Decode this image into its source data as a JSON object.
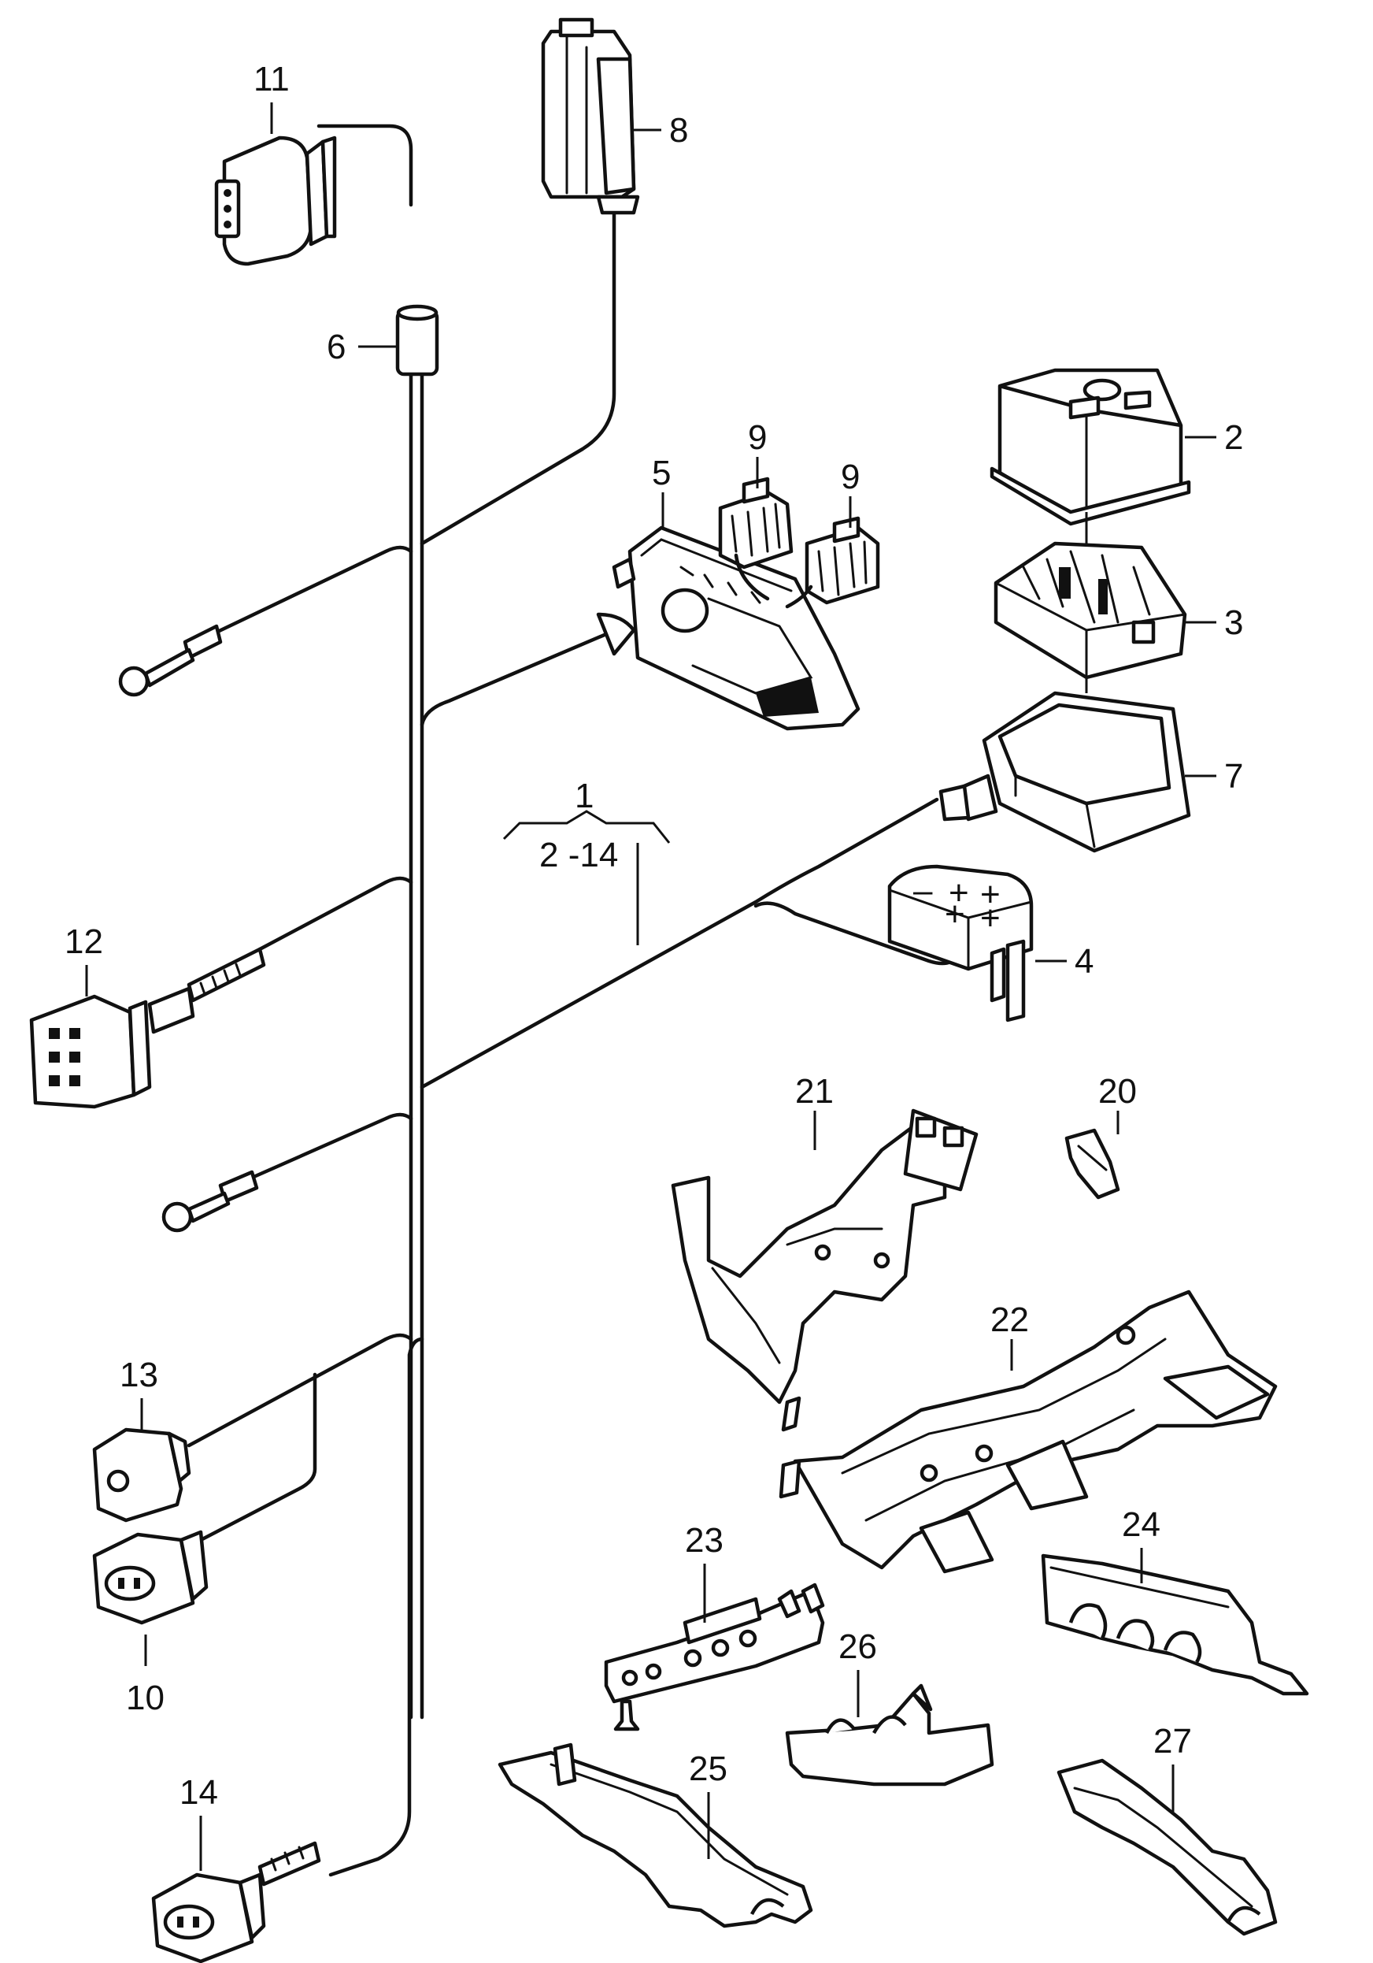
{
  "callouts": {
    "c1": "1",
    "c1_range": "2 -14",
    "c2": "2",
    "c3": "3",
    "c4": "4",
    "c5": "5",
    "c6": "6",
    "c7": "7",
    "c8": "8",
    "c9a": "9",
    "c9b": "9",
    "c10": "10",
    "c11": "11",
    "c12": "12",
    "c13": "13",
    "c14": "14",
    "c20": "20",
    "c21": "21",
    "c22": "22",
    "c23": "23",
    "c24": "24",
    "c25": "25",
    "c26": "26",
    "c27": "27"
  }
}
